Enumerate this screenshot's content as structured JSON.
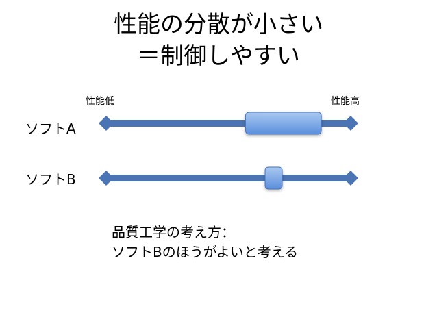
{
  "title": {
    "line1": "性能の分散が小さい",
    "line2": "＝制御しやすい"
  },
  "axis": {
    "low_label": "性能低",
    "high_label": "性能高"
  },
  "rows": [
    {
      "label": "ソフトA",
      "range_start": 0.57,
      "range_end": 0.88
    },
    {
      "label": "ソフトB",
      "range_start": 0.65,
      "range_end": 0.72
    }
  ],
  "note": {
    "line1": "品質工学の考え方：",
    "line2": "ソフトBのほうがよいと考える"
  },
  "colors": {
    "bar": "#4a74b4",
    "box_top": "#a9c8f0",
    "box_bottom": "#5b8fdc",
    "box_border": "#4a78bd"
  }
}
